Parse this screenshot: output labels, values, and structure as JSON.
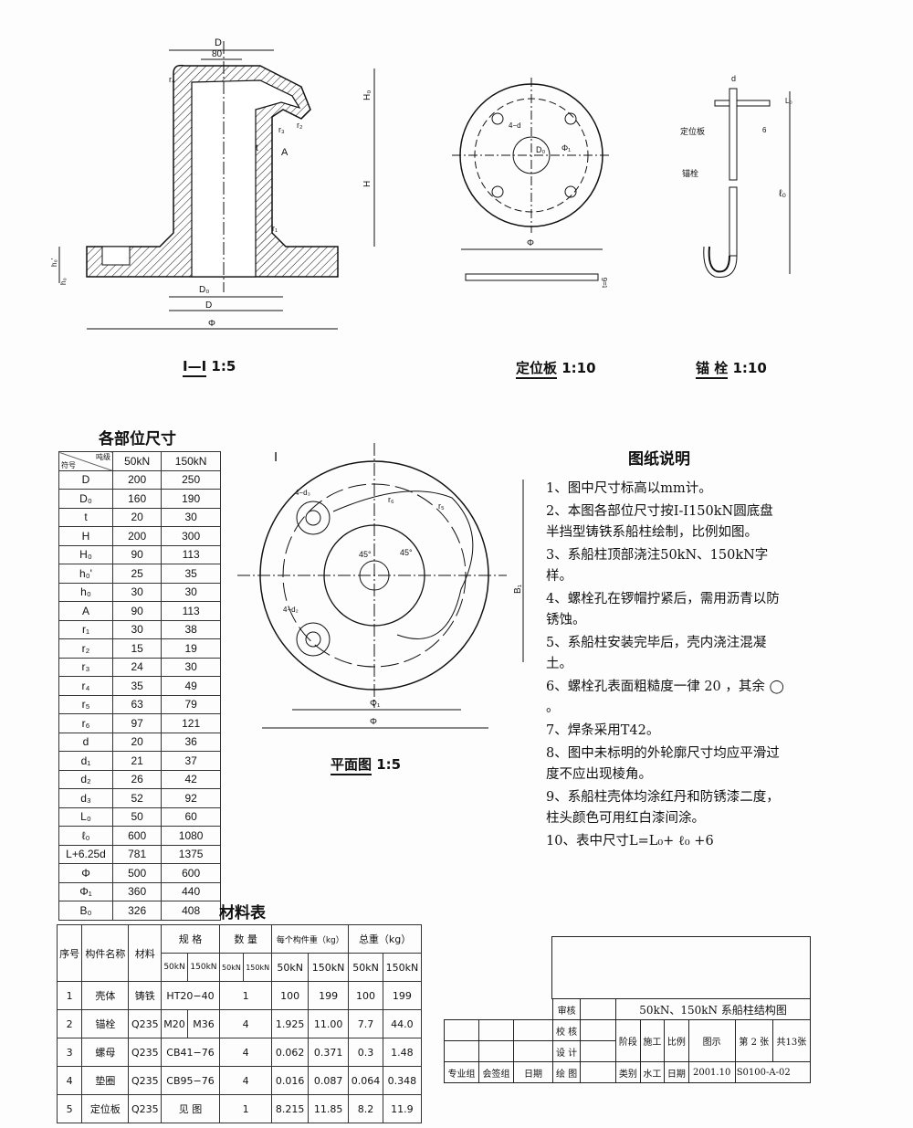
{
  "section_view": {
    "labels": {
      "D": "D",
      "d80": "80",
      "H0": "H₀",
      "H": "H",
      "A": "A",
      "t": "t",
      "r1": "r₁",
      "r2": "r₂",
      "r3": "r₃",
      "r4": "r₄",
      "D0": "D₀",
      "Dbot": "D",
      "phi": "Φ",
      "h0p": "h₀'",
      "h0": "h₀"
    },
    "caption_mark": "Ⅰ—Ⅰ",
    "caption_scale": "1:5"
  },
  "plate_view": {
    "labels": {
      "d": "4−d",
      "D0": "D₀",
      "phi1": "Φ₁",
      "phi": "Φ",
      "t6": "t=6"
    },
    "caption_name": "定位板",
    "caption_scale": "1:10"
  },
  "bolt_view": {
    "labels": {
      "d": "d",
      "L0": "L₀",
      "six": "6",
      "plate": "定位板",
      "bolt": "锚栓",
      "l0": "ℓ₀"
    },
    "caption_name": "锚  栓",
    "caption_scale": "1:10"
  },
  "plan_view": {
    "labels": {
      "sec": "Ⅰ",
      "r6": "r₆",
      "r5": "r₅",
      "a1": "45°",
      "a2": "45°",
      "d3": "4−d₃",
      "d2": "4−d₂",
      "B1": "B₁",
      "phi1": "Φ₁",
      "phi": "Φ"
    },
    "caption_name": "平面图",
    "caption_scale": "1:5"
  },
  "dim_table": {
    "title": "各部位尺寸",
    "header_corner_top": "吨级",
    "header_corner_bottom": "符号",
    "columns": [
      "50kN",
      "150kN"
    ],
    "rows": [
      [
        "D",
        "200",
        "250"
      ],
      [
        "D₀",
        "160",
        "190"
      ],
      [
        "t",
        "20",
        "30"
      ],
      [
        "H",
        "200",
        "300"
      ],
      [
        "H₀",
        "90",
        "113"
      ],
      [
        "h₀'",
        "25",
        "35"
      ],
      [
        "h₀",
        "30",
        "30"
      ],
      [
        "A",
        "90",
        "113"
      ],
      [
        "r₁",
        "30",
        "38"
      ],
      [
        "r₂",
        "15",
        "19"
      ],
      [
        "r₃",
        "24",
        "30"
      ],
      [
        "r₄",
        "35",
        "49"
      ],
      [
        "r₅",
        "63",
        "79"
      ],
      [
        "r₆",
        "97",
        "121"
      ],
      [
        "d",
        "20",
        "36"
      ],
      [
        "d₁",
        "21",
        "37"
      ],
      [
        "d₂",
        "26",
        "42"
      ],
      [
        "d₃",
        "52",
        "92"
      ],
      [
        "L₀",
        "50",
        "60"
      ],
      [
        "ℓ₀",
        "600",
        "1080"
      ],
      [
        "L+6.25d",
        "781",
        "1375"
      ],
      [
        "Φ",
        "500",
        "600"
      ],
      [
        "Φ₁",
        "360",
        "440"
      ],
      [
        "B₀",
        "326",
        "408"
      ]
    ]
  },
  "notes": {
    "title": "图纸说明",
    "items": [
      "1、图中尺寸标高以mm计。",
      "2、本图各部位尺寸按Ⅰ-Ⅰ150kN圆底盘半挡型铸铁系船柱绘制，比例如图。",
      "3、系船柱顶部浇注50kN、150kN字样。",
      "4、螺栓孔在锣帽拧紧后，需用沥青以防锈蚀。",
      "5、系船柱安装完毕后，壳内浇注混凝土。",
      "6、螺栓孔表面粗糙度一律 20 ，其余 ◯ 。",
      "7、焊条采用T42。",
      "8、图中未标明的外轮廓尺寸均应平滑过度不应出现棱角。",
      "9、系船柱壳体均涂红丹和防锈漆二度，柱头颜色可用红白漆间涂。",
      "10、表中尺寸L=L₀+ ℓ₀ +6"
    ]
  },
  "material_table": {
    "title": "材料表",
    "headers": {
      "no": "序号",
      "name": "构件名称",
      "material": "材料",
      "spec": "规  格",
      "qty": "数  量",
      "unit_weight": "每个构件重（kg）",
      "total_weight": "总重（kg）",
      "c50": "50kN",
      "c150": "150kN"
    },
    "rows": [
      {
        "no": "1",
        "name": "壳体",
        "material": "铸铁",
        "spec": "HT20−40",
        "qty": "1",
        "uw50": "100",
        "uw150": "199",
        "tw50": "100",
        "tw150": "199"
      },
      {
        "no": "2",
        "name": "锚栓",
        "material": "Q235",
        "spec50": "M20",
        "spec150": "M36",
        "qty": "4",
        "uw50": "1.925",
        "uw150": "11.00",
        "tw50": "7.7",
        "tw150": "44.0"
      },
      {
        "no": "3",
        "name": "螺母",
        "material": "Q235",
        "spec": "CB41−76",
        "qty": "4",
        "uw50": "0.062",
        "uw150": "0.371",
        "tw50": "0.3",
        "tw150": "1.48"
      },
      {
        "no": "4",
        "name": "垫圈",
        "material": "Q235",
        "spec": "CB95−76",
        "qty": "4",
        "uw50": "0.016",
        "uw150": "0.087",
        "tw50": "0.064",
        "tw150": "0.348"
      },
      {
        "no": "5",
        "name": "定位板",
        "material": "Q235",
        "spec": "见  图",
        "qty": "1",
        "uw50": "8.215",
        "uw150": "11.85",
        "tw50": "8.2",
        "tw150": "11.9"
      }
    ]
  },
  "title_block": {
    "review": "审核",
    "check": "校 核",
    "design": "设 计",
    "draw": "绘 图",
    "major": "专业组",
    "countersign": "会签组",
    "date_label": "日期",
    "title": "50kN、150kN 系船柱结构图",
    "stage_label": "阶段",
    "stage": "施工",
    "scale_label": "比例",
    "scale": "图示",
    "sheet": "第 2 张",
    "total": "共13张",
    "category_label": "类别",
    "category": "水工",
    "date2_label": "日期",
    "date": "2001.10",
    "drawing_no": "S0100-A-02"
  }
}
